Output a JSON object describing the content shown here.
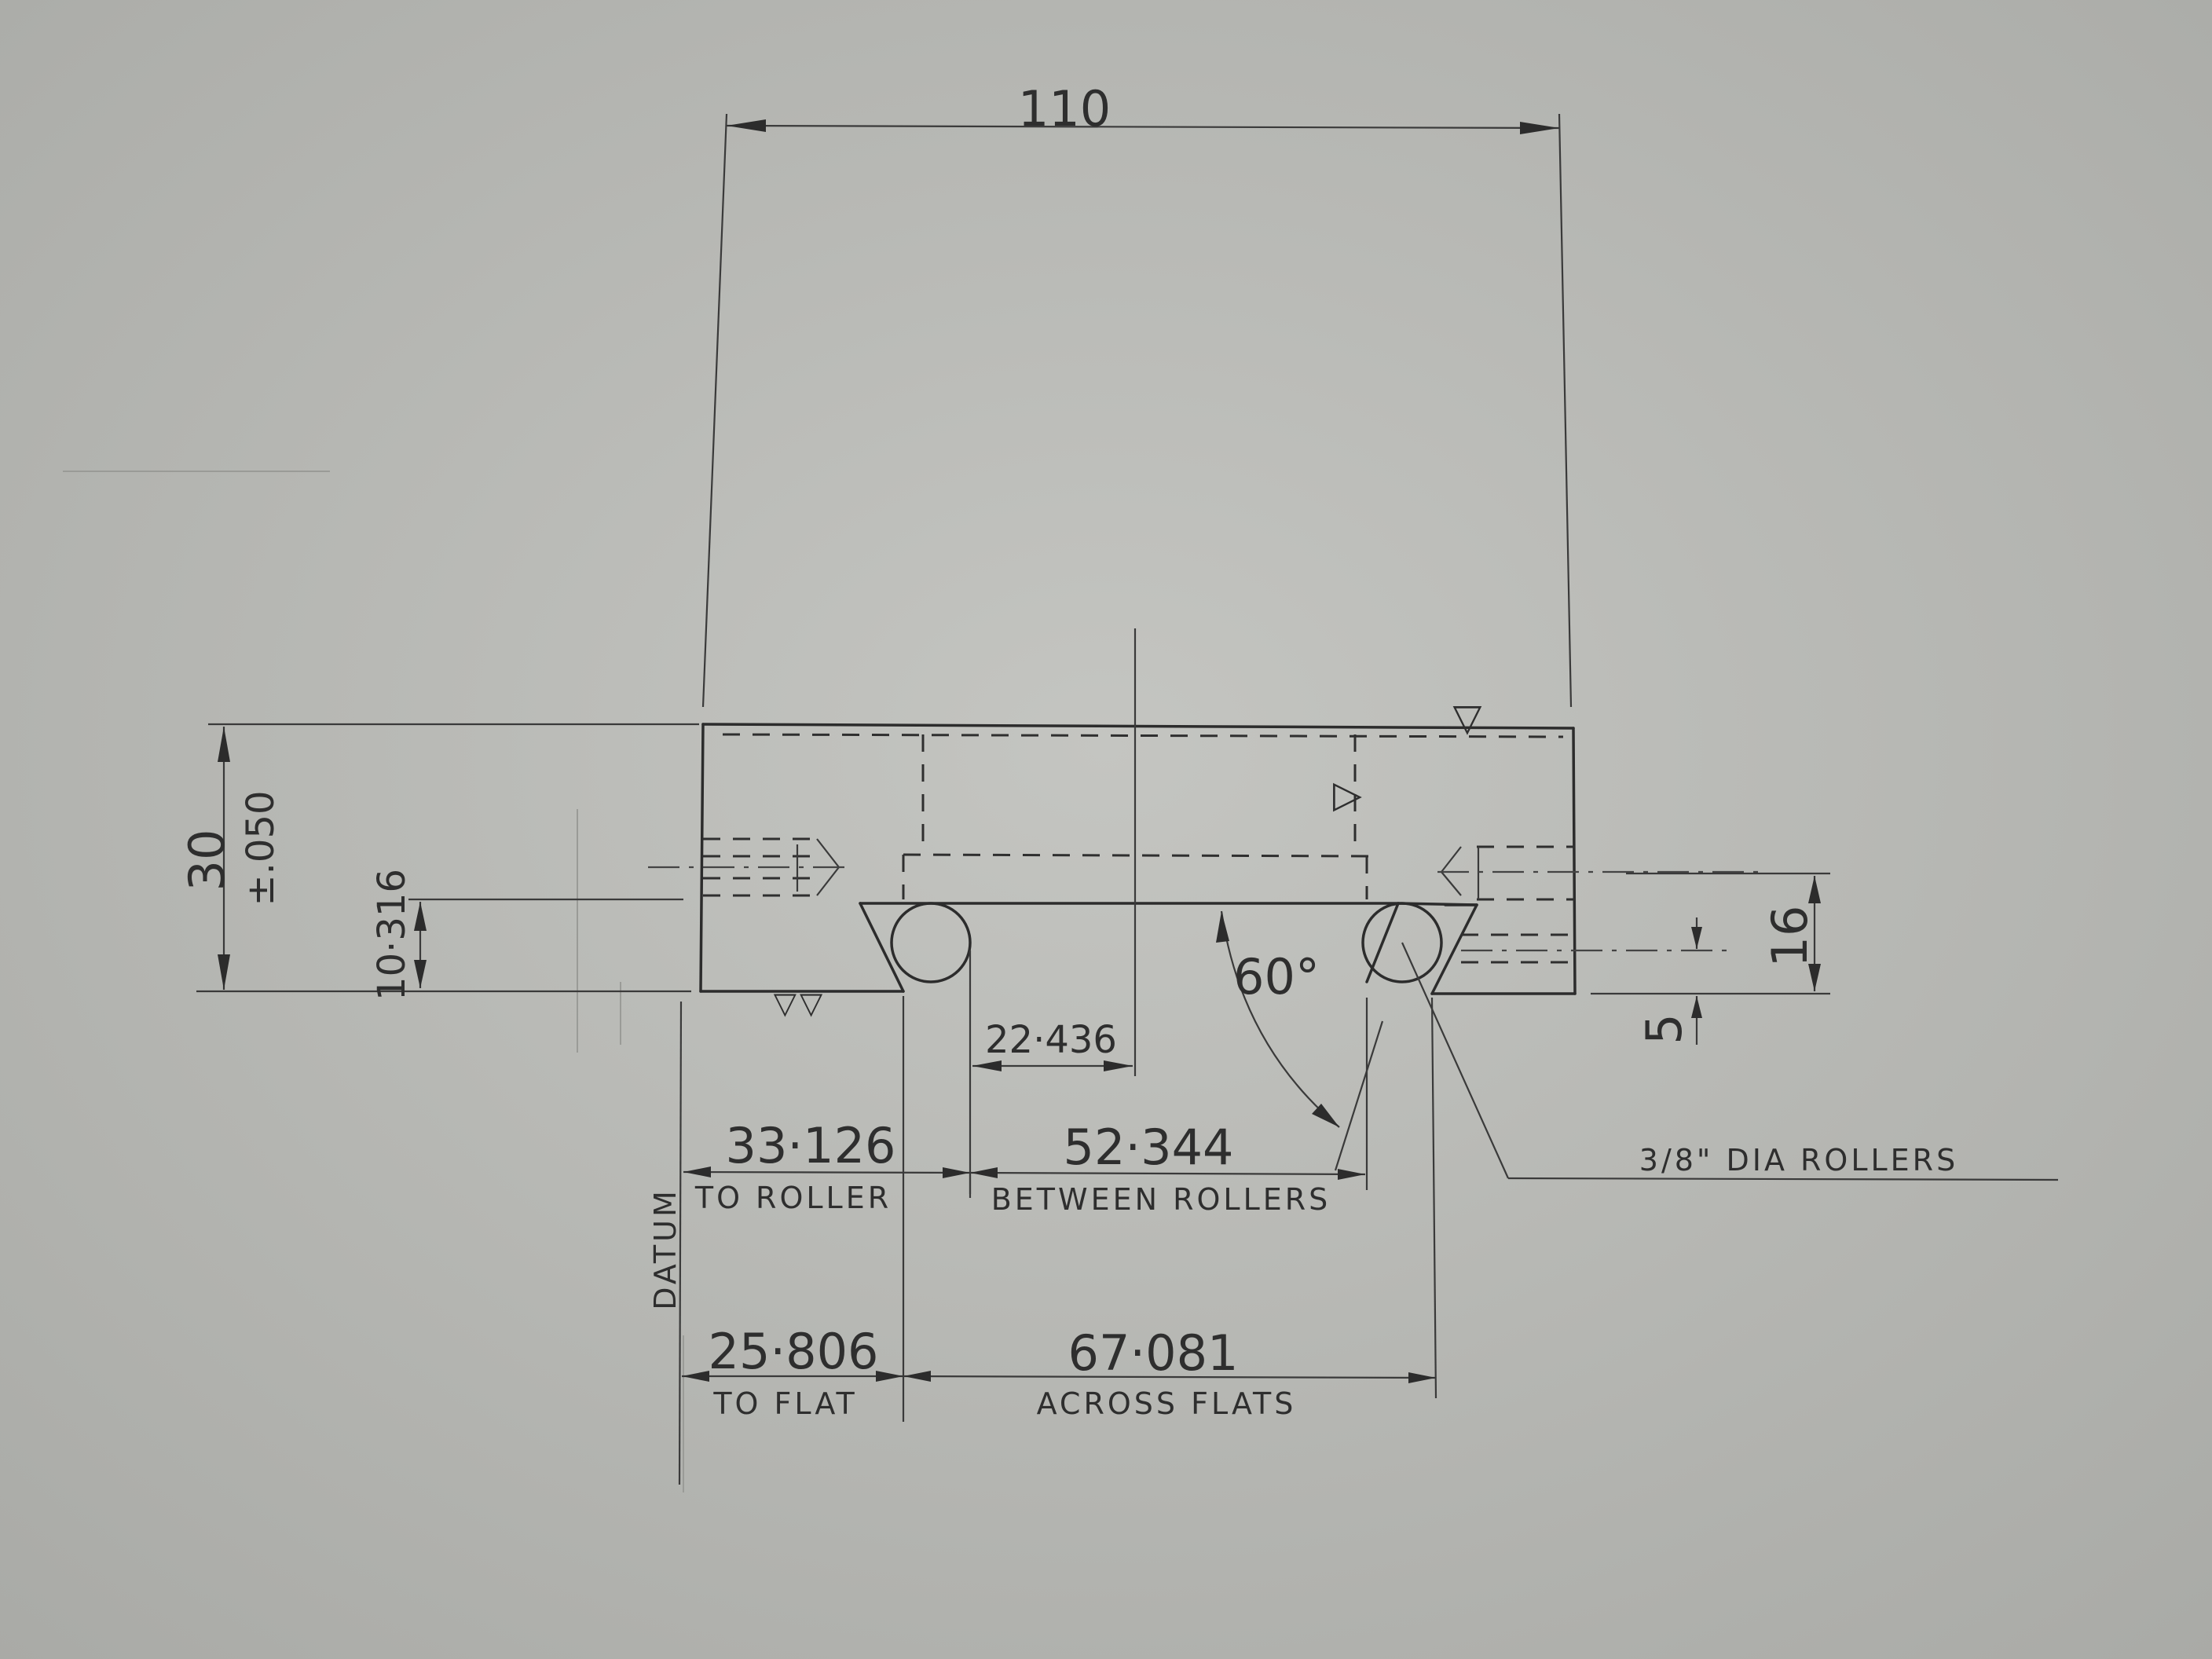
{
  "dimensions": {
    "overall_width": "110",
    "height": "30",
    "height_tolerance": "±.050",
    "roller_centre_height": "10·316",
    "centre_offset": "22·436",
    "datum_to_roller": "33·126",
    "between_rollers": "52·344",
    "datum_to_flat": "25·806",
    "across_flats": "67·081",
    "angle": "60°",
    "side_height": "16",
    "side_offset": "5"
  },
  "labels": {
    "to_roller": "TO ROLLER",
    "between_rollers": "BETWEEN ROLLERS",
    "to_flat": "TO FLAT",
    "across_flats": "ACROSS FLATS",
    "datum": "DATUM",
    "rollers_note": "3/8\" DIA ROLLERS"
  },
  "surface_marks": [
    "▽",
    "▽",
    "▽▽"
  ],
  "colors": {
    "paper": "#b9bab6",
    "ink": "#2c2c2c"
  }
}
